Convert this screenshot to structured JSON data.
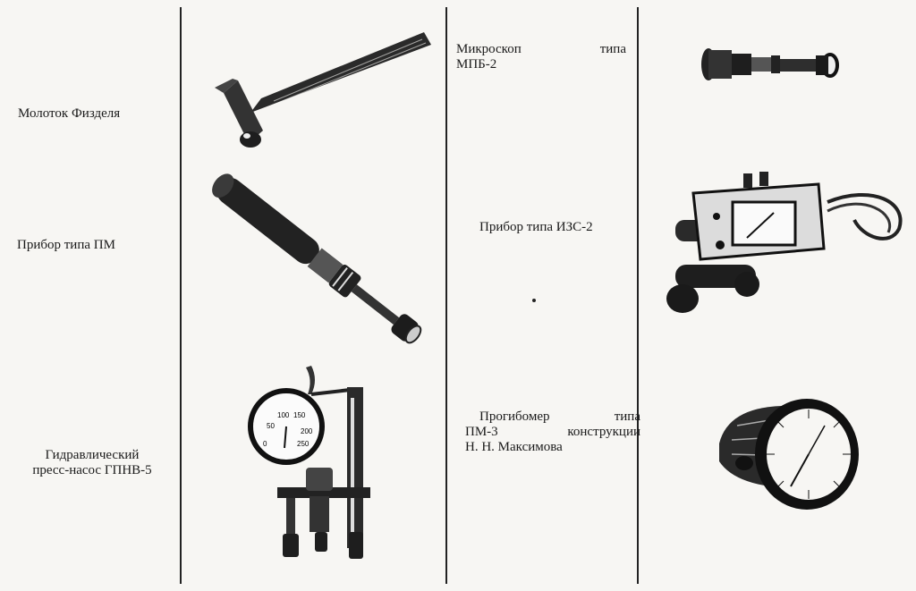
{
  "left_items": [
    {
      "label": "Молоток Физделя",
      "icon": "fisdel-hammer"
    },
    {
      "label": "Прибор типа ПМ",
      "icon": "pm-device"
    },
    {
      "label_lines": [
        "Гидравлический",
        "пресс-насос ГПНВ-5"
      ],
      "icon": "hydraulic-press-pump"
    }
  ],
  "right_items": [
    {
      "label_line1_words": [
        "Микроскоп",
        "типа"
      ],
      "label_line2": "МПБ-2",
      "icon": "microscope"
    },
    {
      "label": "Прибор типа ИЗС-2",
      "icon": "izs2-device"
    },
    {
      "label_line1_words": [
        "Прогибомер",
        "типа"
      ],
      "label_line2_words": [
        "ПМ-3",
        "конструкции"
      ],
      "label_line3": "Н. Н. Максимова",
      "icon": "deflectometer-gauge"
    }
  ],
  "gauge_scale": [
    "100",
    "150",
    "50",
    "200",
    "0",
    "250"
  ]
}
